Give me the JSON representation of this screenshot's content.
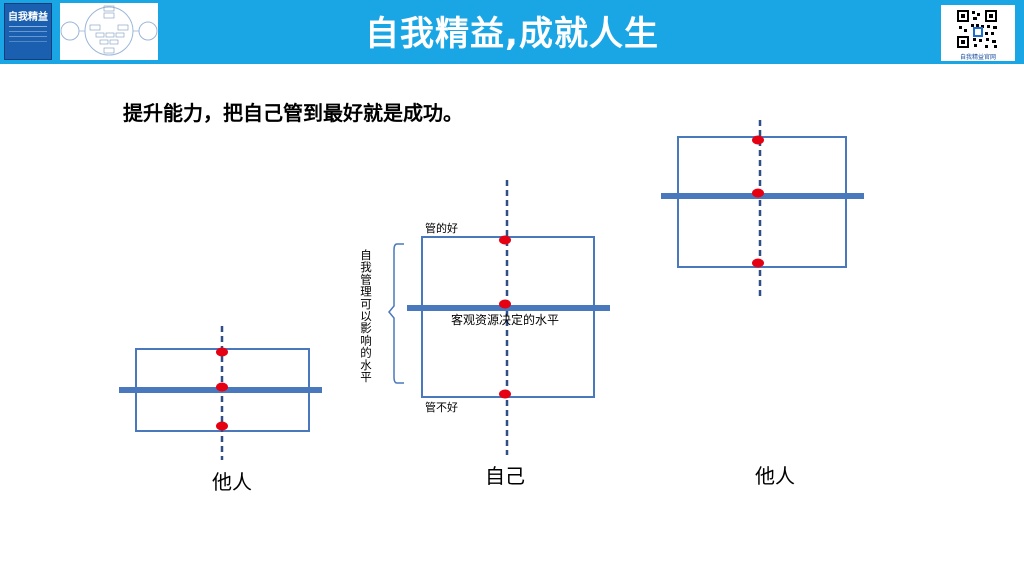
{
  "header": {
    "title": "自我精益,成就人生",
    "book_title": "自我精益",
    "qr_caption": "自我精益官网"
  },
  "subtitle": "提升能力，把自己管到最好就是成功。",
  "diagram": {
    "left": {
      "label": "他人"
    },
    "center": {
      "label": "自己",
      "top_label": "管的好",
      "bottom_label": "管不好",
      "line_label": "客观资源决定的水平",
      "bracket_label": [
        "自",
        "我",
        "管",
        "理",
        "可",
        "以",
        "影",
        "响",
        "的",
        "水",
        "平"
      ]
    },
    "right": {
      "label": "他人"
    }
  },
  "colors": {
    "header": "#1aa6e4",
    "box": "#4a78bd",
    "bar": "#4a78bd",
    "axis": "#2f4f86",
    "dot": "#e50012"
  },
  "icons": [
    "book-cover-icon",
    "mind-map-icon",
    "qr-code-icon"
  ]
}
